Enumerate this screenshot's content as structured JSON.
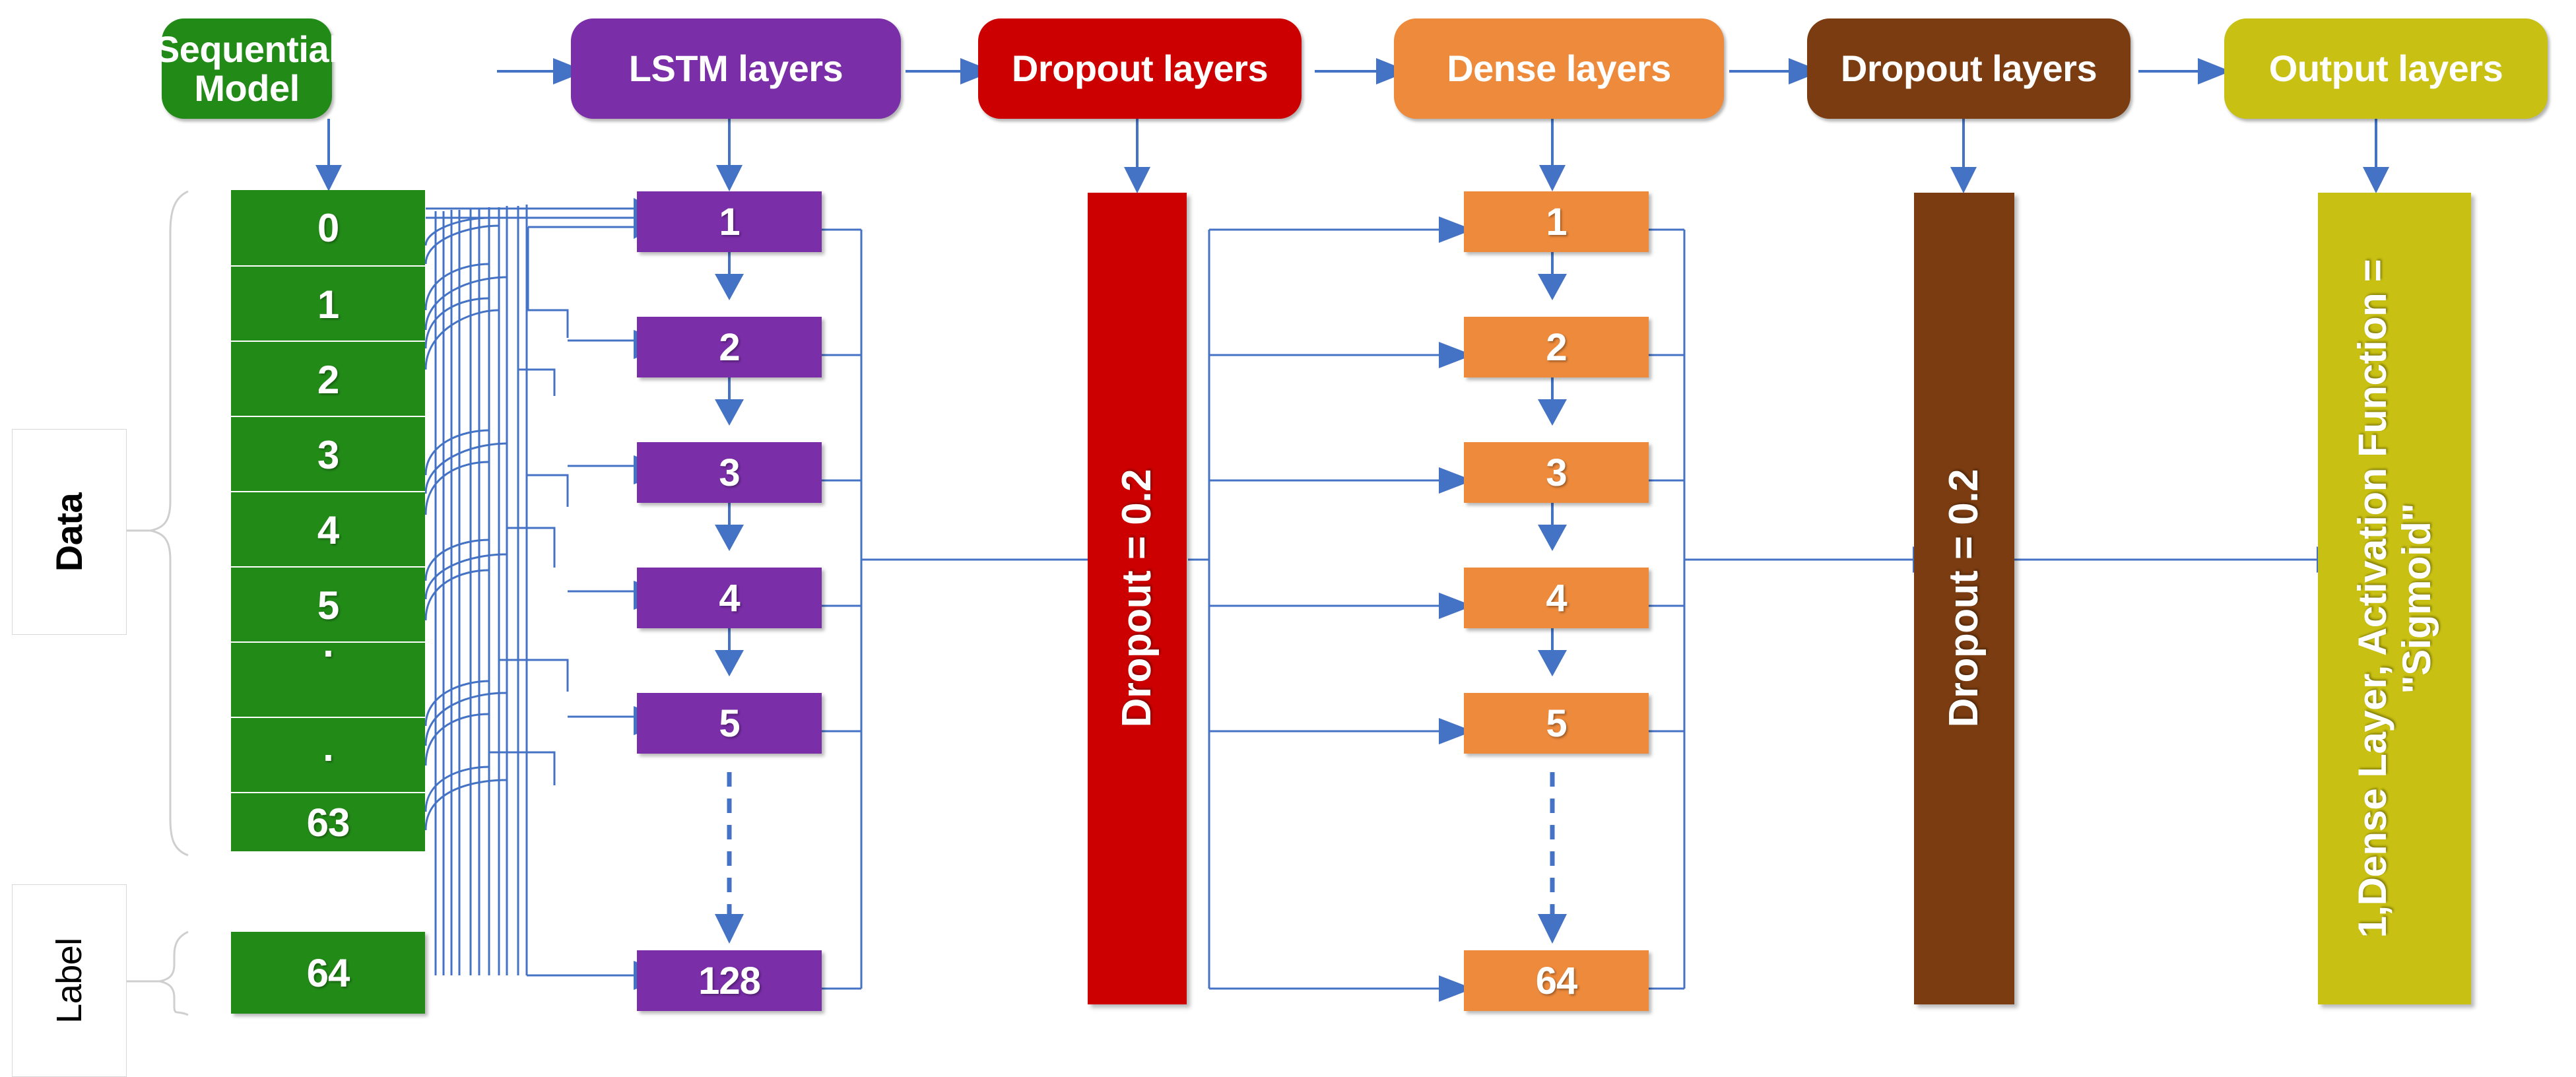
{
  "diagram": {
    "title_row": [
      {
        "id": "sequential-model",
        "label": "Sequential Model",
        "color": "#228B18"
      },
      {
        "id": "lstm-layers",
        "label": "LSTM layers",
        "color": "#7A2EA8"
      },
      {
        "id": "dropout-layers-1",
        "label": "Dropout layers",
        "color": "#CC0000"
      },
      {
        "id": "dense-layers",
        "label": "Dense layers",
        "color": "#ED8A3C"
      },
      {
        "id": "dropout-layers-2",
        "label": "Dropout layers",
        "color": "#7A3C10"
      },
      {
        "id": "output-layers",
        "label": "Output layers",
        "color": "#C8C012"
      }
    ],
    "side_labels": [
      {
        "id": "data",
        "label": "Data"
      },
      {
        "id": "label",
        "label": "Label"
      }
    ],
    "input_column": {
      "color": "#228B18",
      "data_cells": [
        "0",
        "1",
        "2",
        "3",
        "4",
        "5",
        ".",
        ".",
        "63"
      ],
      "label_cell": "64"
    },
    "lstm_column": {
      "color": "#7A2EA8",
      "cells": [
        "1",
        "2",
        "3",
        "4",
        "5"
      ],
      "final_cell": "128",
      "ellipsis_is_dashed_arrow": true
    },
    "dropout_1": {
      "color": "#CC0000",
      "label": "Dropout = 0.2"
    },
    "dense_column": {
      "color": "#ED8A3C",
      "cells": [
        "1",
        "2",
        "3",
        "4",
        "5"
      ],
      "final_cell": "64",
      "ellipsis_is_dashed_arrow": true
    },
    "dropout_2": {
      "color": "#7A3C10",
      "label": "Dropout = 0.2"
    },
    "output_block": {
      "color": "#C8C012",
      "line1": "1,Dense Layer, Activation Function =",
      "line2": "\"Sigmoid\""
    },
    "connector_color": "#4472C4",
    "background": "#FFFFFF"
  }
}
